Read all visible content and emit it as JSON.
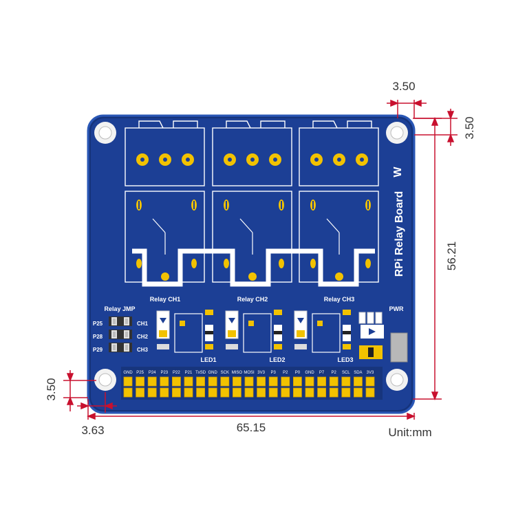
{
  "board": {
    "name": "RPi Relay Board",
    "brand_mark": "W",
    "colors": {
      "pcb": "#1a3a8c",
      "pcb_edge": "#264ea6",
      "silk": "#ffffff",
      "pad": "#f2c200",
      "red_dim": "#c8102e"
    }
  },
  "relays": [
    {
      "label": "Relay CH1",
      "led": "LED1"
    },
    {
      "label": "Relay CH2",
      "led": "LED2"
    },
    {
      "label": "Relay CH3",
      "led": "LED3"
    }
  ],
  "jumper": {
    "title": "Relay JMP",
    "rows": [
      {
        "pin": "P25",
        "ch": "CH1"
      },
      {
        "pin": "P28",
        "ch": "CH2"
      },
      {
        "pin": "P29",
        "ch": "CH3"
      }
    ]
  },
  "power_label": "PWR",
  "header_top_labels": [
    "GND",
    "P25",
    "P24",
    "P23",
    "P22",
    "P21",
    "TxSD",
    "GND",
    "SCK",
    "MISO",
    "MOSI",
    "3V3",
    "P3",
    "P2",
    "P0",
    "GND",
    "P7",
    "P2",
    "SCL",
    "SDA",
    "3V3"
  ],
  "dimensions": {
    "top_offset": "3.50",
    "right_offset": "3.50",
    "height": "56.21",
    "left_offset": "3.50",
    "bottom_offset": "3.63",
    "width": "65.15",
    "unit": "Unit:mm"
  }
}
